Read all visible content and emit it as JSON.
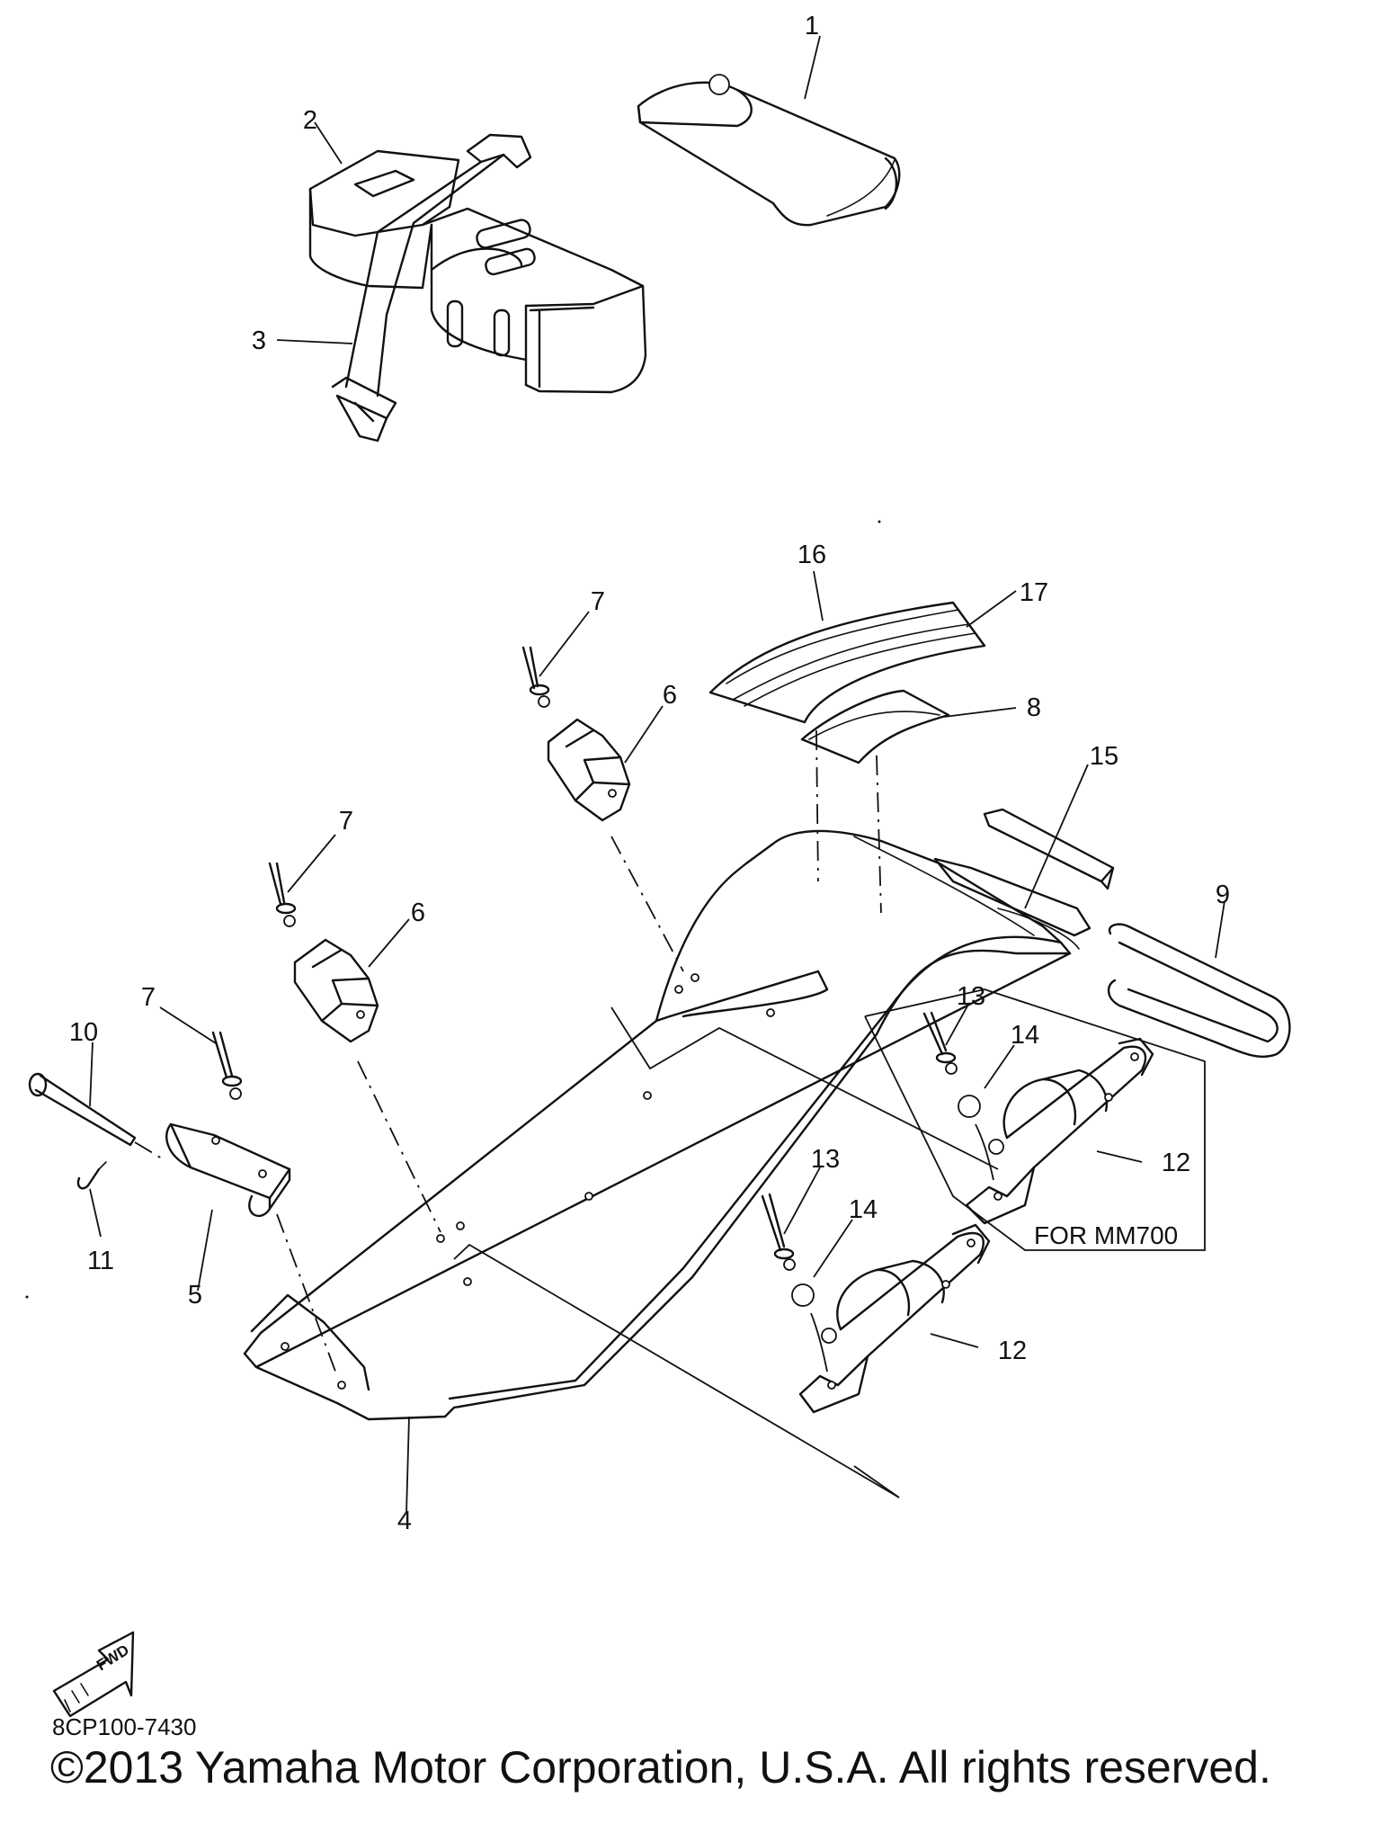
{
  "diagram": {
    "callouts": {
      "c1": "1",
      "c2": "2",
      "c3": "3",
      "c4": "4",
      "c5": "5",
      "c6a": "6",
      "c6b": "6",
      "c7a": "7",
      "c7b": "7",
      "c7c": "7",
      "c8": "8",
      "c9": "9",
      "c10": "10",
      "c11": "11",
      "c12a": "12",
      "c12b": "12",
      "c13a": "13",
      "c13b": "13",
      "c14a": "14",
      "c14b": "14",
      "c15": "15",
      "c16": "16",
      "c17": "17"
    },
    "variant_note": "FOR MM700",
    "forward_arrow": "FWD",
    "diagram_code": "8CP100-7430"
  },
  "footer": {
    "copyright": "©2013 Yamaha Motor Corporation, U.S.A. All rights reserved."
  },
  "icons": {
    "forward_arrow": "fwd-arrow-icon"
  }
}
